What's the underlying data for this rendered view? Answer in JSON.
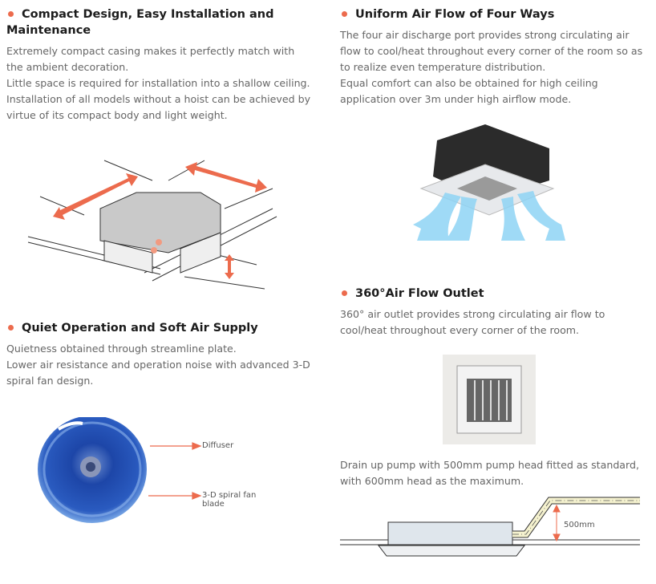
{
  "colors": {
    "accent": "#ec6b4d",
    "heading": "#1c1c1c",
    "body": "#666666",
    "airflow": "#7fd0f5"
  },
  "sections": [
    {
      "id": "compact",
      "title": "Compact Design, Easy Installation and Maintenance",
      "paragraphs": [
        "Extremely compact casing makes it perfectly match with the ambient decoration.",
        "Little space is required for installation into a shallow ceiling. Installation of all models without a hoist can be achieved by virtue of its compact body and light weight."
      ]
    },
    {
      "id": "uniform",
      "title": "Uniform Air Flow of Four Ways",
      "paragraphs": [
        "The four air discharge port provides strong circulating air flow to cool/heat throughout every corner of the room so as to realize even temperature distribution.",
        "Equal comfort can also be obtained for high ceiling application over 3m under high airflow mode."
      ]
    },
    {
      "id": "quiet",
      "title": "Quiet Operation and Soft Air Supply",
      "paragraphs": [
        "Quietness obtained through streamline plate.",
        "Lower air resistance and operation noise with advanced 3-D spiral fan design."
      ]
    },
    {
      "id": "outlet",
      "title": "360°Air Flow Outlet",
      "paragraphs": [
        "360° air outlet provides strong circulating air flow to cool/heat throughout every corner of the room."
      ]
    }
  ],
  "drain": {
    "text": "Drain up pump with 500mm pump head fitted as standard, with 600mm head as the maximum.",
    "dimension_label": "500mm"
  },
  "fan_figure": {
    "labels": [
      "Diffuser",
      "3-D spiral fan blade"
    ]
  },
  "icons": {
    "bullet": "bullet-dot-icon"
  }
}
